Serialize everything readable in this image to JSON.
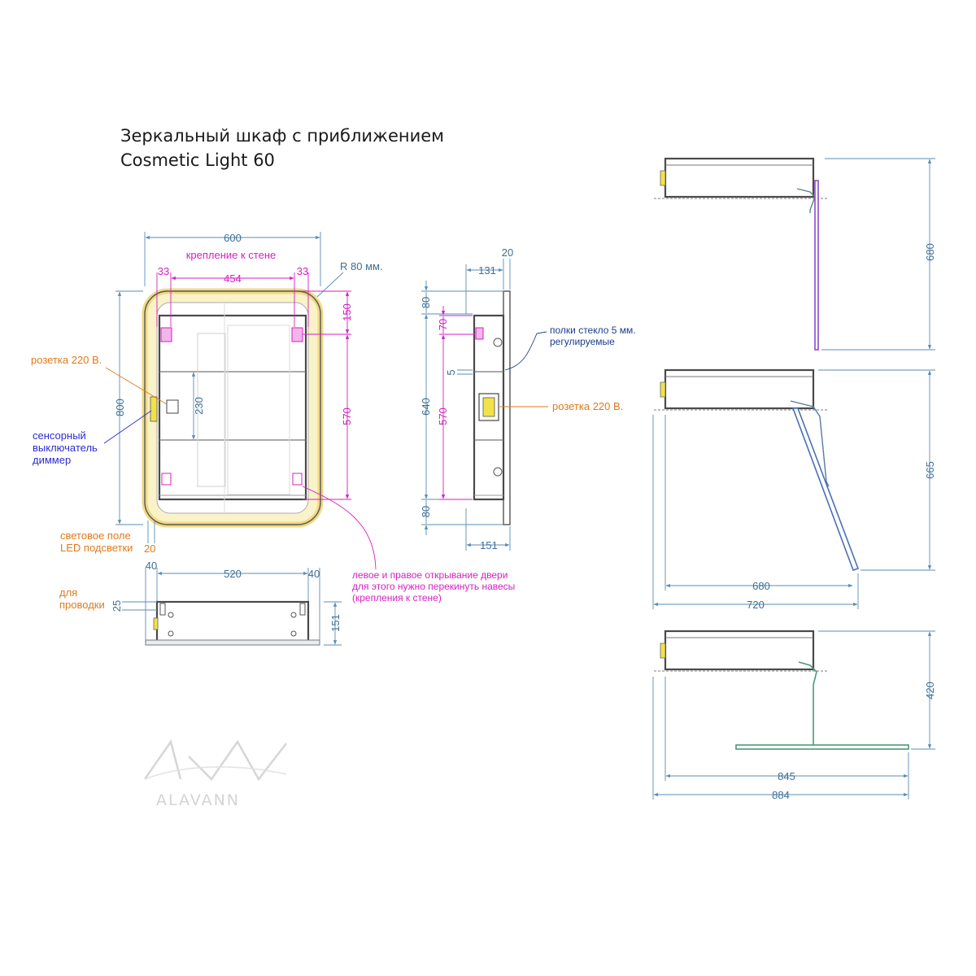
{
  "title": {
    "line1": "Зеркальный шкаф с приближением",
    "line2": "Cosmetic Light 60"
  },
  "front_view": {
    "width_total": "600",
    "wall_mount_label": "крепление к стене",
    "margin_left": "33",
    "inner_width": "454",
    "margin_right": "33",
    "radius_label": "R 80 мм.",
    "height_total": "800",
    "top_offset": "150",
    "shelf_gap": "230",
    "mount_span": "570",
    "socket_label": "розетка 220 В.",
    "switch_label_1": "сенсорный",
    "switch_label_2": "выключатель",
    "switch_label_3": "диммер",
    "led_label_1": "световое поле",
    "led_label_2": "LED подсветки",
    "led_width": "20",
    "hinge_note_1": "левое и правое открывание двери",
    "hinge_note_2": "для этого нужно перекинуть навесы",
    "hinge_note_3": "(крепления к стене)"
  },
  "top_view": {
    "left": "40",
    "middle": "520",
    "right": "40",
    "depth": "151",
    "wiring_label_1": "для",
    "wiring_label_2": "проводки",
    "wiring_size": "25"
  },
  "side_view": {
    "top_depth": "131",
    "door_thickness": "20",
    "top_margin": "80",
    "top_shelf": "70",
    "shelf_thickness": "5",
    "body_height": "640",
    "mount_span": "570",
    "bottom_margin": "80",
    "bottom_depth": "151",
    "shelves_label_1": "полки стекло 5 мм.",
    "shelves_label_2": "регулируемые",
    "socket_label": "розетка 220 В."
  },
  "open_views": {
    "closed_height": "680",
    "angled_height": "665",
    "angled_depth_inner": "680",
    "angled_depth_outer": "720",
    "flat_height": "420",
    "flat_depth_inner": "845",
    "flat_depth_outer": "884"
  },
  "logo": {
    "mark": "AW",
    "brand": "ALAVANN"
  },
  "colors": {
    "dimension": "#3d6f95",
    "magenta": "#d61fc4",
    "orange": "#e07a1a",
    "blue": "#2c2ccf",
    "led": "#f5e3a0",
    "door_open": "#8a4cc7",
    "door_angle": "#4a6fb5",
    "door_flat": "#4a9a78"
  }
}
